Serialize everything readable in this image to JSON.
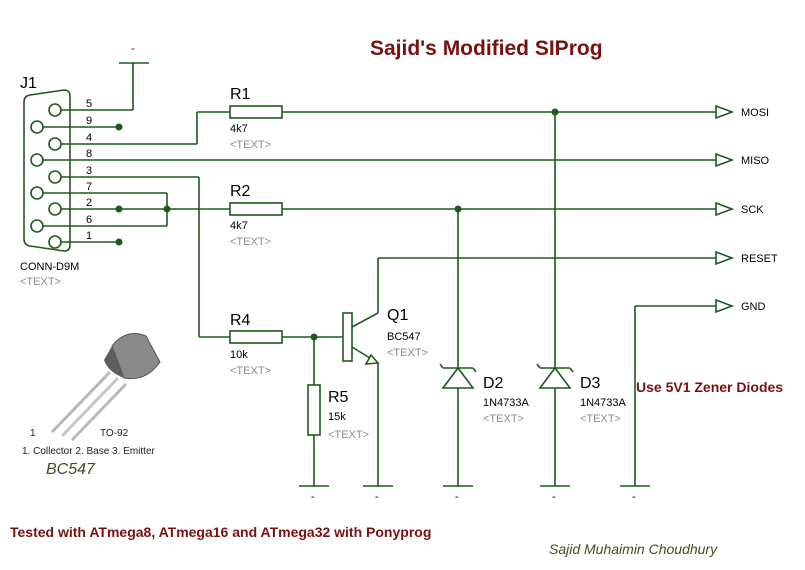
{
  "title": "Sajid's Modified SIProg",
  "colors": {
    "wire": "#1e5a1e",
    "title": "#7a1010",
    "note": "#7a1010",
    "author": "#4a4a22",
    "placeholder": "#8c8c8c"
  },
  "connector": {
    "ref": "J1",
    "name": "CONN-D9M",
    "text": "<TEXT>",
    "pins": [
      "5",
      "9",
      "4",
      "8",
      "3",
      "7",
      "2",
      "6",
      "1"
    ]
  },
  "ground_symbol_label": "-",
  "resistors": {
    "r1": {
      "ref": "R1",
      "value": "4k7",
      "text": "<TEXT>"
    },
    "r2": {
      "ref": "R2",
      "value": "4k7",
      "text": "<TEXT>"
    },
    "r4": {
      "ref": "R4",
      "value": "10k",
      "text": "<TEXT>"
    },
    "r5": {
      "ref": "R5",
      "value": "15k",
      "text": "<TEXT>"
    }
  },
  "transistor": {
    "ref": "Q1",
    "value": "BC547",
    "text": "<TEXT>"
  },
  "diodes": {
    "d2": {
      "ref": "D2",
      "value": "1N4733A",
      "text": "<TEXT>"
    },
    "d3": {
      "ref": "D3",
      "value": "1N4733A",
      "text": "<TEXT>"
    }
  },
  "nets": [
    "MOSI",
    "MISO",
    "SCK",
    "RESET",
    "GND"
  ],
  "zener_note": "Use 5V1 Zener Diodes",
  "package": {
    "name": "TO-92",
    "pin_one": "1",
    "pinout": "1. Collector  2. Base  3. Emitter",
    "part": "BC547"
  },
  "tested_note": "Tested with ATmega8, ATmega16 and ATmega32 with Ponyprog",
  "author": "Sajid Muhaimin Choudhury"
}
